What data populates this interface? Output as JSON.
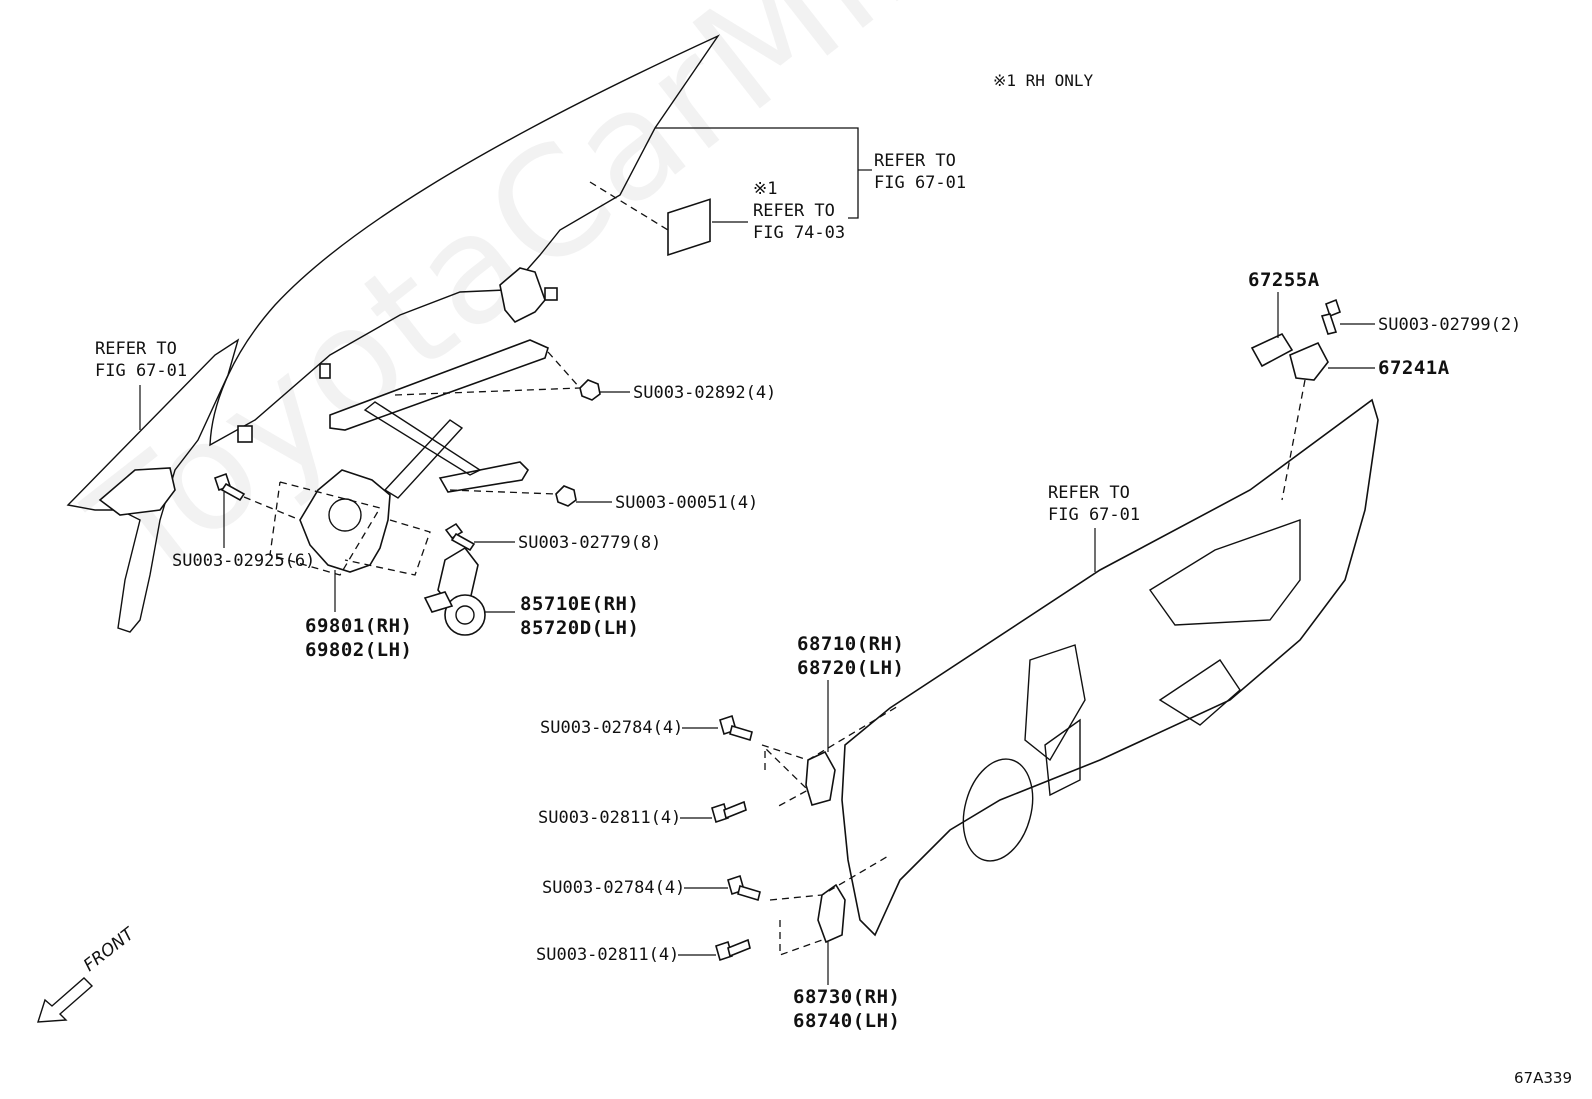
{
  "diagram": {
    "watermark": "ToyotaCarMine.ru",
    "figure_code": "67A339",
    "footnote": "※1  RH ONLY",
    "front_indicator": "FRONT"
  },
  "labels": {
    "refer_glass": [
      "REFER TO",
      "FIG 67-01"
    ],
    "refer_sticker_mark": "※1",
    "refer_sticker": [
      "REFER TO",
      "FIG 74-03"
    ],
    "refer_sash": [
      "REFER TO",
      "FIG 67-01"
    ],
    "refer_panel": [
      "REFER TO",
      "FIG 67-01"
    ],
    "su_02892": "SU003-02892(4)",
    "su_00051": "SU003-00051(4)",
    "su_02779": "SU003-02779(8)",
    "su_02925": "SU003-02925(6)",
    "regulator": [
      "69801(RH)",
      "69802(LH)"
    ],
    "motor": [
      "85710E(RH)",
      "85720D(LH)"
    ],
    "p67255a": "67255A",
    "su_02799": "SU003-02799(2)",
    "p67241a": "67241A",
    "upper_hinge": [
      "68710(RH)",
      "68720(LH)"
    ],
    "su_02784_upper": "SU003-02784(4)",
    "su_02811_upper": "SU003-02811(4)",
    "su_02784_lower": "SU003-02784(4)",
    "su_02811_lower": "SU003-02811(4)",
    "lower_hinge": [
      "68730(RH)",
      "68740(LH)"
    ]
  }
}
